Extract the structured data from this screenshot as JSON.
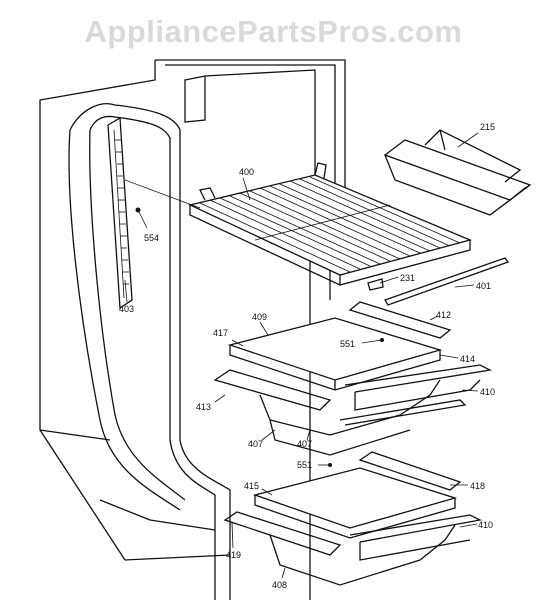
{
  "watermark": "AppliancePartsPros.com",
  "parts": [
    {
      "id": "p215",
      "label": "215"
    },
    {
      "id": "p400",
      "label": "400"
    },
    {
      "id": "p554",
      "label": "554"
    },
    {
      "id": "p403",
      "label": "403"
    },
    {
      "id": "p231",
      "label": "231"
    },
    {
      "id": "p401",
      "label": "401"
    },
    {
      "id": "p409",
      "label": "409"
    },
    {
      "id": "p417",
      "label": "417"
    },
    {
      "id": "p412",
      "label": "412"
    },
    {
      "id": "p551a",
      "label": "551"
    },
    {
      "id": "p414",
      "label": "414"
    },
    {
      "id": "p413",
      "label": "413"
    },
    {
      "id": "p410a",
      "label": "410"
    },
    {
      "id": "p407a",
      "label": "407"
    },
    {
      "id": "p407b",
      "label": "407"
    },
    {
      "id": "p551b",
      "label": "551"
    },
    {
      "id": "p415",
      "label": "415"
    },
    {
      "id": "p418",
      "label": "418"
    },
    {
      "id": "p410b",
      "label": "410"
    },
    {
      "id": "p419",
      "label": "419"
    },
    {
      "id": "p408",
      "label": "408"
    }
  ]
}
